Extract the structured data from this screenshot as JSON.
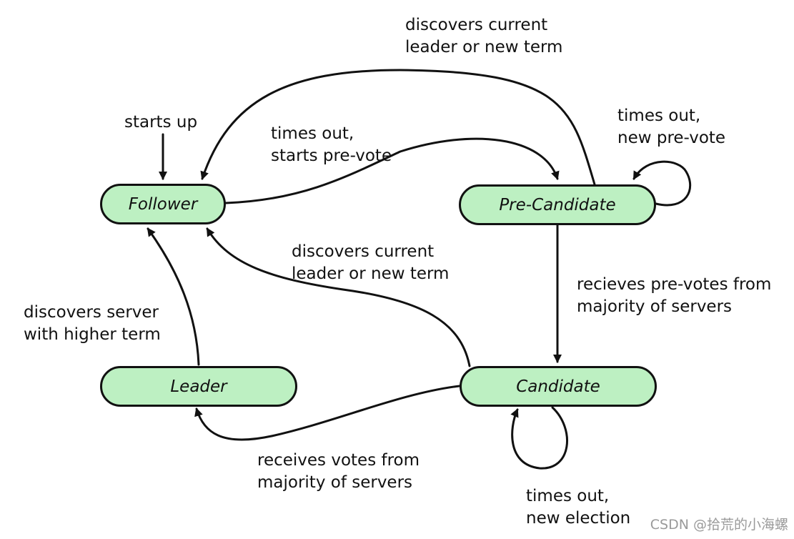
{
  "states": {
    "follower": "Follower",
    "pre_candidate": "Pre-Candidate",
    "leader": "Leader",
    "candidate": "Candidate"
  },
  "transitions": {
    "starts_up": [
      "starts up"
    ],
    "precandidate_to_follower": [
      "discovers current",
      "leader or new term"
    ],
    "precandidate_self": [
      "times out,",
      "new pre-vote"
    ],
    "follower_to_precandidate": [
      "times out,",
      "starts pre-vote"
    ],
    "candidate_to_follower": [
      "discovers current",
      "leader or new term"
    ],
    "leader_to_follower": [
      "discovers server",
      "with higher term"
    ],
    "precandidate_to_candidate": [
      "recieves  pre-votes from",
      "majority of servers"
    ],
    "candidate_to_leader": [
      "receives votes from",
      "majority of servers"
    ],
    "candidate_self": [
      "times out,",
      "new election"
    ]
  },
  "watermark": "CSDN @拾荒的小海螺",
  "colors": {
    "state_fill": "#bdf0c2",
    "stroke": "#111111"
  }
}
